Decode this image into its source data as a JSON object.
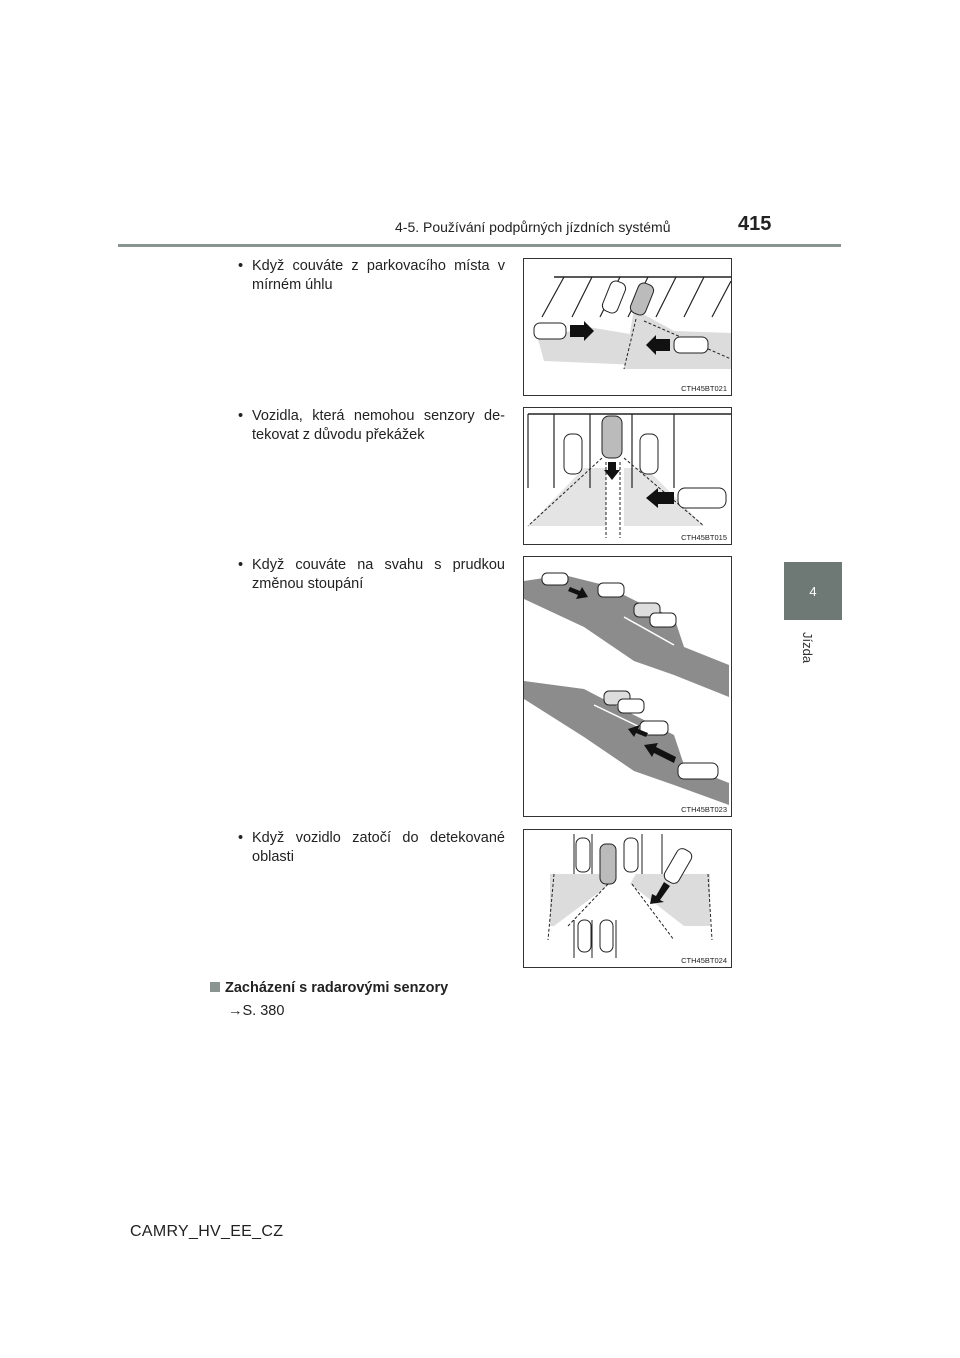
{
  "header": {
    "title": "4-5. Používání podpůrných jízdních systémů",
    "page_number": "415"
  },
  "side_tab": {
    "number": "4",
    "label": "Jízda"
  },
  "items": [
    {
      "bullet": "•",
      "text": "Když couváte z parkovacího místa v mírném úhlu",
      "figure_code": "CTH45BT021"
    },
    {
      "bullet": "•",
      "text": "Vozidla, která nemohou senzory de-tekovat z důvodu překážek",
      "figure_code": "CTH45BT015"
    },
    {
      "bullet": "•",
      "text": "Když couváte na svahu s prudkou změnou stoupání",
      "figure_code": "CTH45BT023"
    },
    {
      "bullet": "•",
      "text": "Když vozidlo zatočí do detekované oblasti",
      "figure_code": "CTH45BT024"
    }
  ],
  "section": {
    "title": "Zacházení s radarovými senzory",
    "reference": "→S. 380"
  },
  "footer": {
    "model": "CAMRY_HV_EE_CZ"
  }
}
